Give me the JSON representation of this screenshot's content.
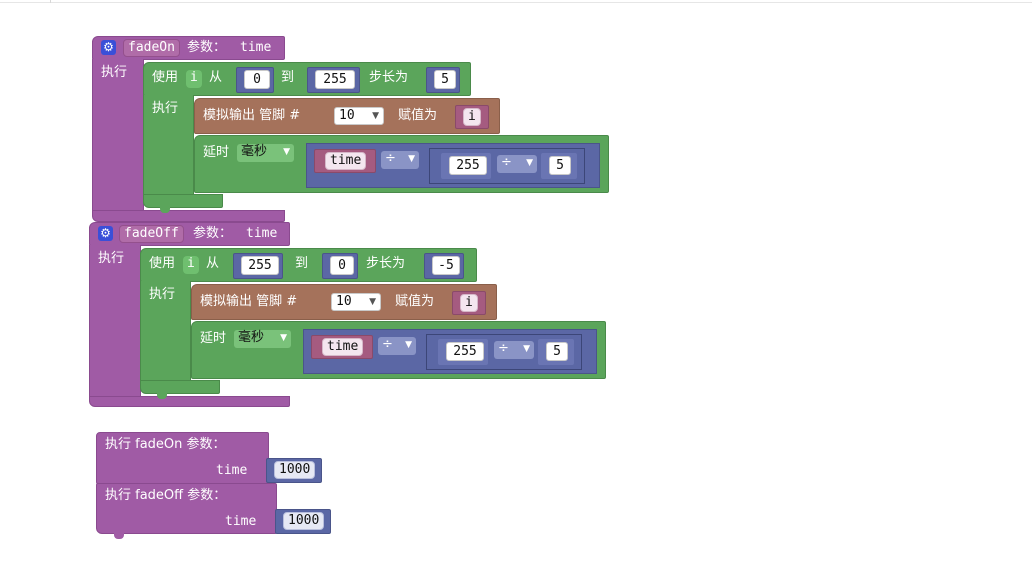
{
  "fade_on": {
    "header": {
      "name": "fadeOn",
      "params_label": "参数：",
      "param": "time"
    },
    "do_label": "执行",
    "loop": {
      "use": "使用",
      "var": "i",
      "from": "从",
      "start": "0",
      "to": "到",
      "end": "255",
      "step_label": "步长为",
      "step": "5"
    },
    "loop_do": "执行",
    "analog": {
      "label": "模拟输出 管脚 #",
      "pin": "10",
      "assign": "赋值为",
      "var": "i"
    },
    "delay": {
      "label": "延时",
      "unit": "毫秒",
      "var": "time",
      "op1": "÷",
      "num": "255",
      "op2": "÷",
      "den": "5"
    }
  },
  "fade_off": {
    "header": {
      "name": "fadeOff",
      "params_label": "参数：",
      "param": "time"
    },
    "do_label": "执行",
    "loop": {
      "use": "使用",
      "var": "i",
      "from": "从",
      "start": "255",
      "to": "到",
      "end": "0",
      "step_label": "步长为",
      "step": "-5"
    },
    "loop_do": "执行",
    "analog": {
      "label": "模拟输出 管脚 #",
      "pin": "10",
      "assign": "赋值为",
      "var": "i"
    },
    "delay": {
      "label": "延时",
      "unit": "毫秒",
      "var": "time",
      "op1": "÷",
      "num": "255",
      "op2": "÷",
      "den": "5"
    }
  },
  "calls": [
    {
      "label": "执行 fadeOn 参数：",
      "param": "time",
      "value": "1000"
    },
    {
      "label": "执行 fadeOff 参数：",
      "param": "time",
      "value": "1000"
    }
  ],
  "icons": {
    "gear": "gear-icon",
    "dropdown": "triangle-down-icon"
  },
  "colors": {
    "procedure": "#a05ba5",
    "loop": "#5ba55b",
    "io": "#a5725b",
    "math": "#5b67a5",
    "variable": "#a55b80"
  }
}
